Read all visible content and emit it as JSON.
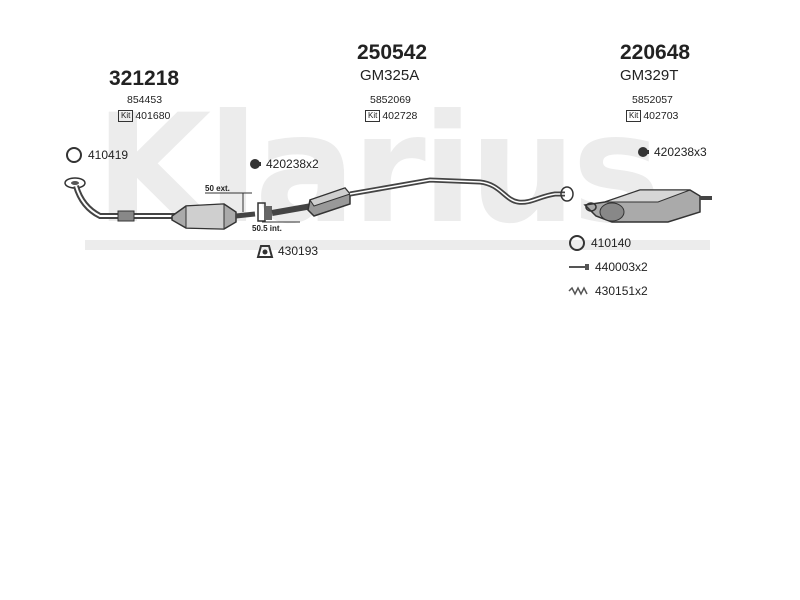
{
  "watermark": "Klarius",
  "sections": [
    {
      "code": "321218",
      "oem": "854453",
      "kit_badge": "Kit",
      "kit": "401680"
    },
    {
      "code": "250542",
      "model": "GM325A",
      "oem": "5852069",
      "kit_badge": "Kit",
      "kit": "402728"
    },
    {
      "code": "220648",
      "model": "GM329T",
      "oem": "5852057",
      "kit_badge": "Kit",
      "kit": "402703"
    }
  ],
  "parts": {
    "ring_left": "410419",
    "clamp_center": "420238x2",
    "hanger_center": "430193",
    "clamp_right": "420238x3",
    "ring_right": "410140",
    "bolt_right": "440003x2",
    "spring_right": "430151x2"
  },
  "dimensions": {
    "ext": "50 ext.",
    "int": "50.5 int."
  }
}
